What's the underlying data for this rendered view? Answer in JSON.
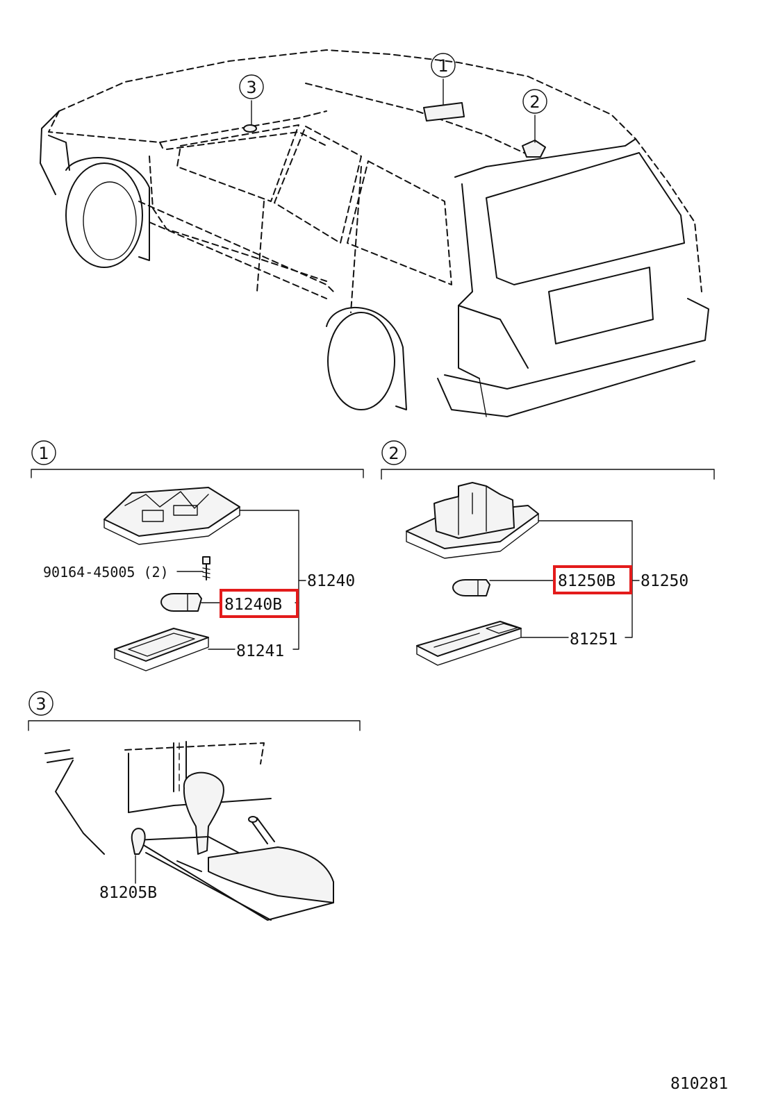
{
  "callouts": {
    "roof_1": "1",
    "roof_2": "2",
    "roof_3": "3",
    "section_1": "1",
    "section_2": "2",
    "section_3": "3"
  },
  "section1": {
    "screw_part": "90164-45005 (2)",
    "housing": "81240",
    "bulb": "81240B",
    "lens": "81241"
  },
  "section2": {
    "housing": "81250",
    "bulb": "81250B",
    "lens": "81251"
  },
  "section3": {
    "bulb": "81205B"
  },
  "figure_code": "810281",
  "colors": {
    "highlight": "#e31b1b",
    "line": "#111111"
  }
}
